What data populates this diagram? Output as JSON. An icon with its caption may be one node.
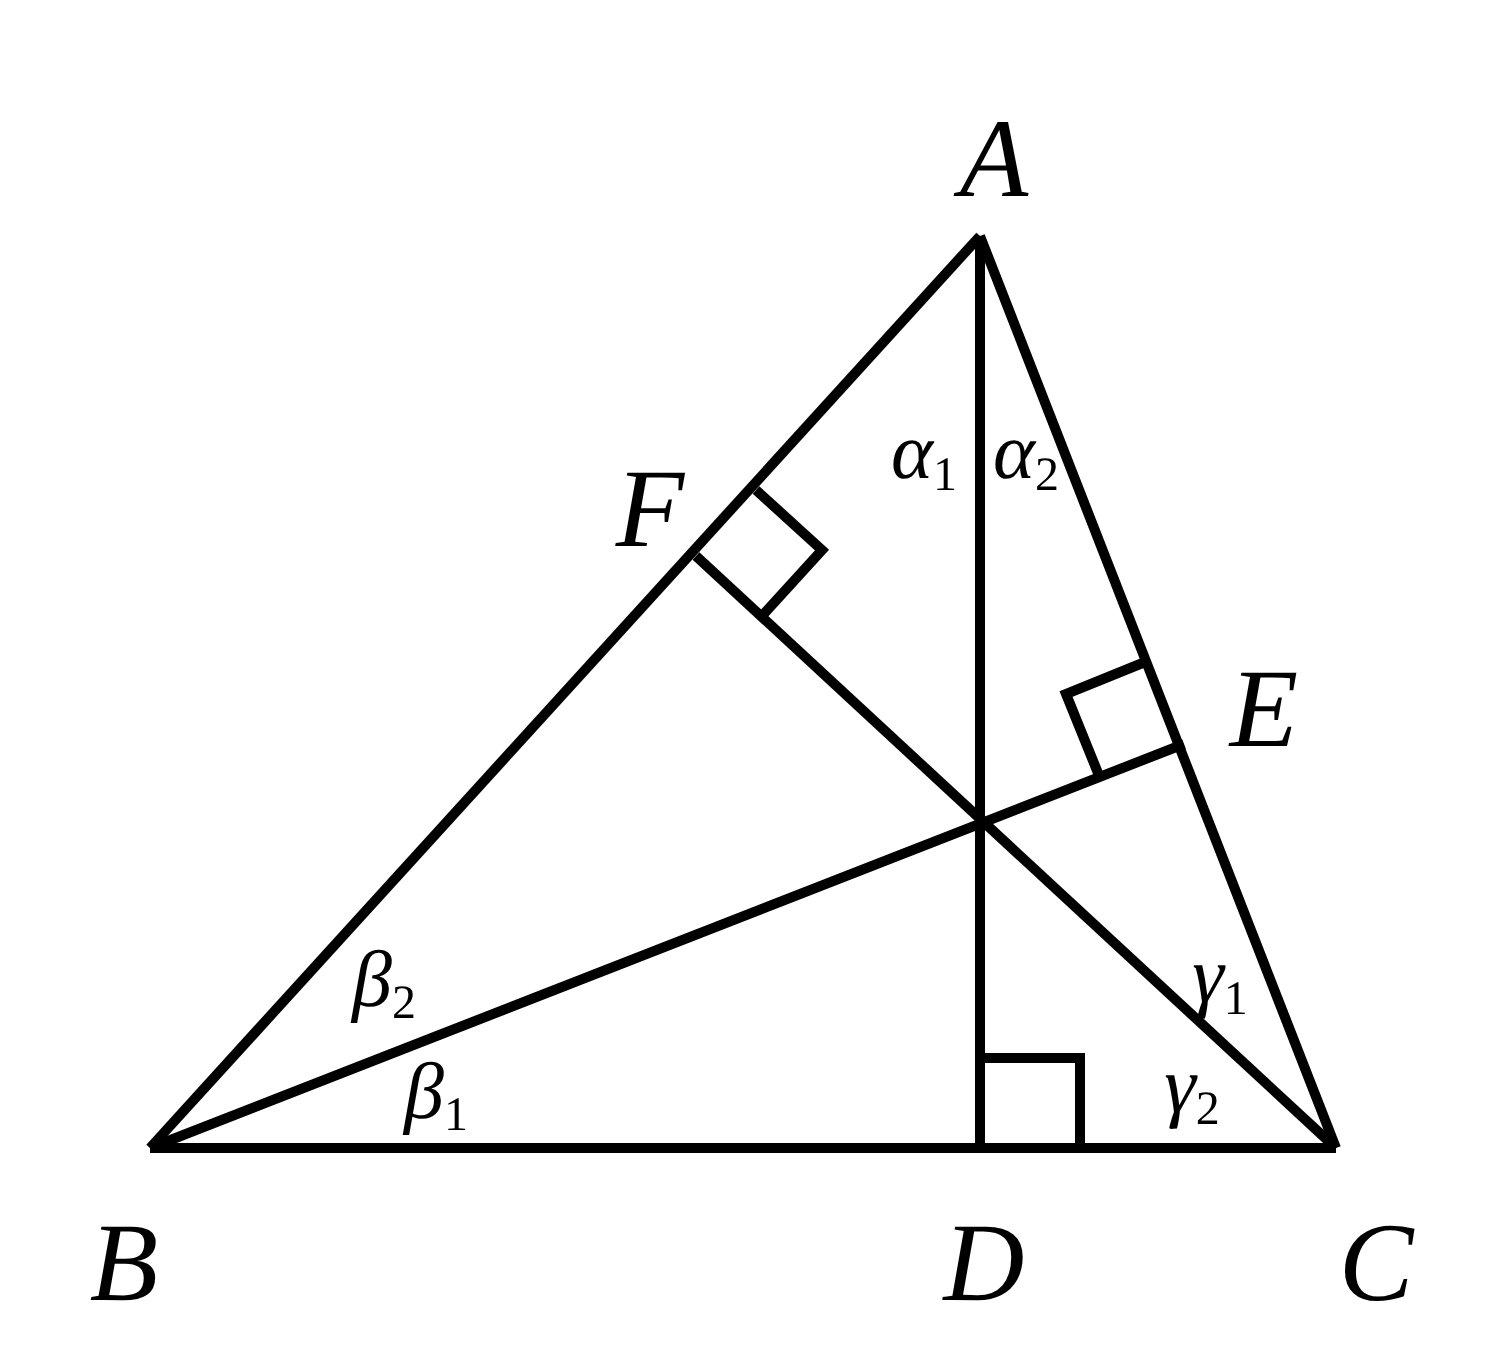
{
  "diagram": {
    "labels": [
      "A",
      "α$_{1}$",
      "α$_{2}$",
      "F",
      "E",
      "γ$_{1}$",
      "β$_{2}$",
      "β$_{1}$",
      "γ$_{2}$",
      "B",
      "D",
      "C"
    ]
  }
}
